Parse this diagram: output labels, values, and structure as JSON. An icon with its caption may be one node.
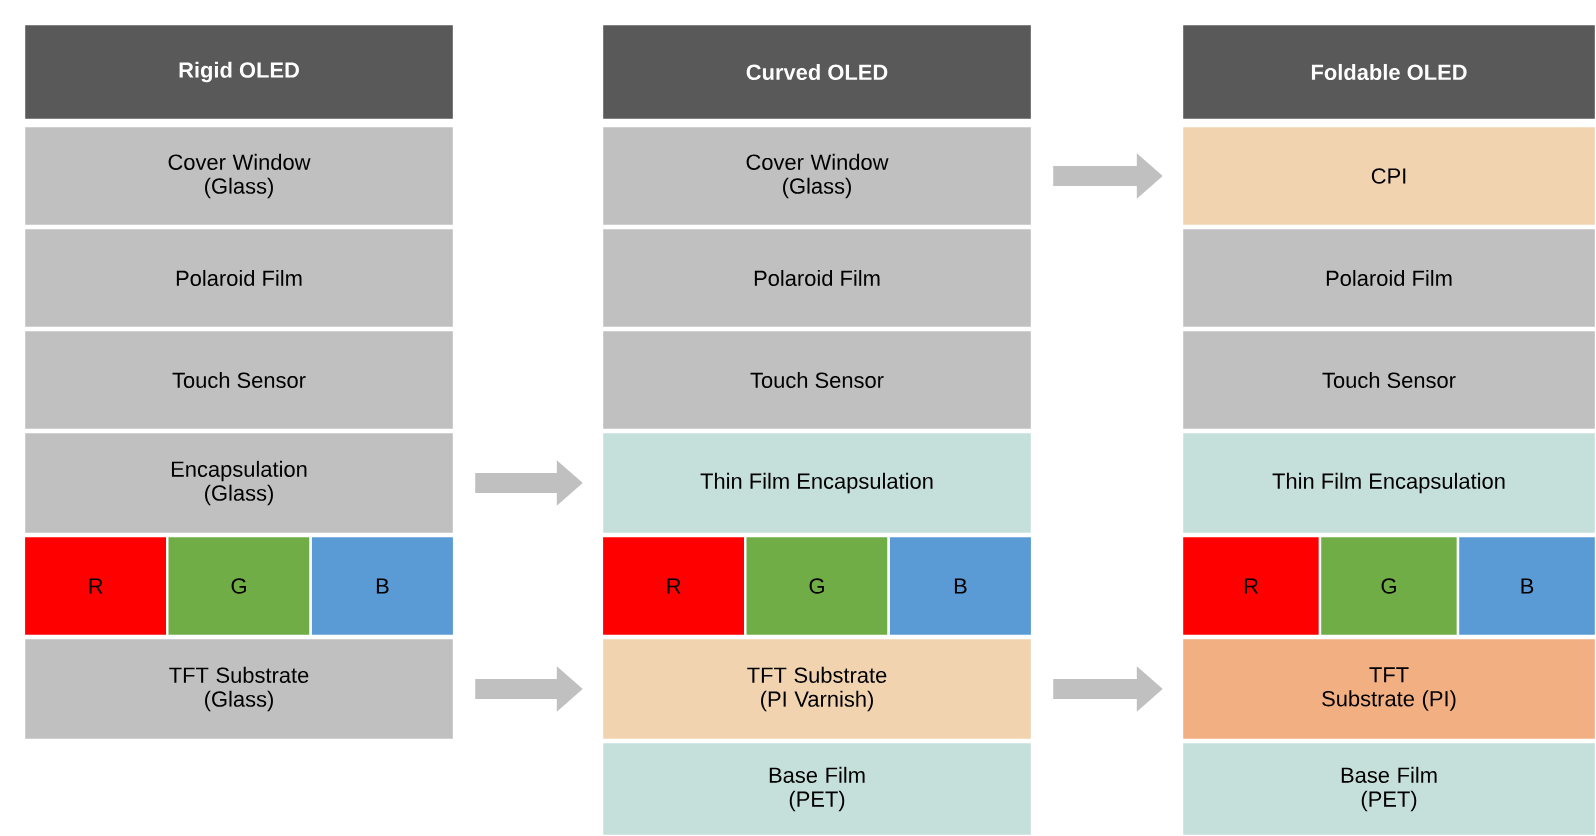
{
  "diagram": {
    "nodes": [
      {
        "text": [
          "Rigid OLED"
        ]
      },
      {
        "text": [
          "Cover Window (Glass)"
        ]
      },
      {
        "text": [
          "Polaroid Film"
        ]
      },
      {
        "text": [
          "Touch Sensor"
        ]
      },
      {
        "text": [
          "Encapsulation (Glass)"
        ]
      },
      {
        "text": [
          "R"
        ]
      },
      {
        "text": [
          "G"
        ]
      },
      {
        "text": [
          "B"
        ]
      },
      {
        "text": [
          "TFT Substrate (Glass)"
        ]
      },
      {
        "text": [
          "Curved OLED"
        ]
      },
      {
        "text": [
          "Cover Window (Glass)"
        ]
      },
      {
        "text": [
          "Polaroid Film"
        ]
      },
      {
        "text": [
          "Touch Sensor"
        ]
      },
      {
        "text": [
          "Thin Film Encapsulation"
        ]
      },
      {
        "text": [
          "R"
        ]
      },
      {
        "text": [
          "G"
        ]
      },
      {
        "text": [
          "B"
        ]
      },
      {
        "text": [
          "TFT Substrate (PI Varnish)"
        ]
      },
      {
        "text": [
          "Base Film (PET)"
        ]
      },
      {
        "text": [
          "Foldable OLED"
        ]
      },
      {
        "text": [
          "CPI"
        ]
      },
      {
        "text": [
          "Polaroid Film"
        ]
      },
      {
        "text": [
          "Touch Sensor"
        ]
      },
      {
        "text": [
          "Thin Film Encapsulation"
        ]
      },
      {
        "text": [
          "R"
        ]
      },
      {
        "text": [
          "G"
        ]
      },
      {
        "text": [
          "B"
        ]
      },
      {
        "text": [
          "TFT Substrate (PI)"
        ]
      },
      {
        "text": [
          "Base Film (PET)"
        ]
      }
    ],
    "edges": [
      {
        "from": 4,
        "to": 13,
        "arrow": "to"
      },
      {
        "from": 8,
        "to": 17,
        "arrow": "to"
      },
      {
        "from": 10,
        "to": 20,
        "arrow": "to"
      },
      {
        "from": 17,
        "to": 27,
        "arrow": "to"
      }
    ]
  }
}
